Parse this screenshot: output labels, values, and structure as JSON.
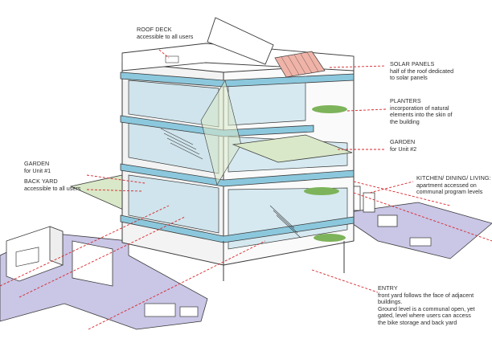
{
  "colors": {
    "leader": "#d9262b",
    "glass": "#9ecfe0",
    "floor_band": "#8cc8dd",
    "ground_plane": "#c9c6e6",
    "green_plane": "#d9e8c8",
    "plants": "#7db35a",
    "solar": "#f0b3a8",
    "stroke": "#3a3a3a"
  },
  "labels": {
    "roof_deck": {
      "title": "ROOF DECK",
      "lines": [
        "accessible to all users"
      ]
    },
    "solar": {
      "title": "SOLAR PANELS",
      "lines": [
        "half of the roof dedicated",
        "to solar panels"
      ]
    },
    "planters": {
      "title": "PLANTERS",
      "lines": [
        "incorporation of natural",
        "elements into the skin of",
        "the building"
      ]
    },
    "garden2": {
      "title": "GARDEN",
      "lines": [
        "for Unit #2"
      ]
    },
    "garden1": {
      "title": "GARDEN",
      "lines": [
        "for Unit #1"
      ]
    },
    "back_yard": {
      "title": "BACK YARD",
      "lines": [
        "accessible to all users"
      ]
    },
    "kitchen": {
      "title": "KITCHEN/ DINING/ LIVING:",
      "lines": [
        "apartment accessed on",
        "communal program levels"
      ]
    },
    "entry": {
      "title": "ENTRY",
      "lines": [
        "front yard follows the face of adjacent",
        "buildings.",
        "Ground level is a communal open, yet",
        "gated, level where users can access",
        "the bike storage and back yard"
      ]
    }
  }
}
